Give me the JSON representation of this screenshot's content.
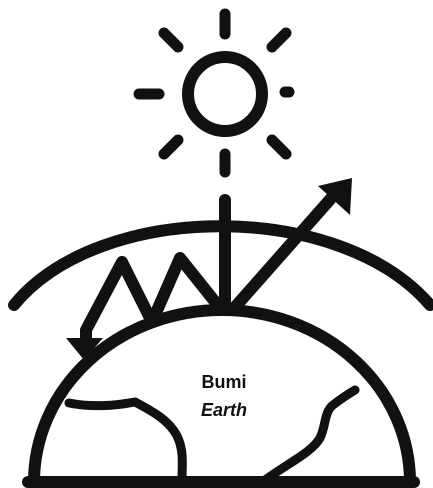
{
  "diagram": {
    "earth_label": "Bumi",
    "earth_label_italic": "Earth"
  },
  "colors": {
    "ink": "#111111",
    "background": "#ffffff"
  },
  "icons": {
    "sun": "sun-icon",
    "earth": "earth-icon",
    "atmosphere": "atmosphere-arc",
    "incoming_ray": "incoming-radiation-arrow",
    "reflected_ray": "outgoing-radiation-arrow",
    "trapped_ray": "trapped-radiation-zigzag-arrow"
  }
}
